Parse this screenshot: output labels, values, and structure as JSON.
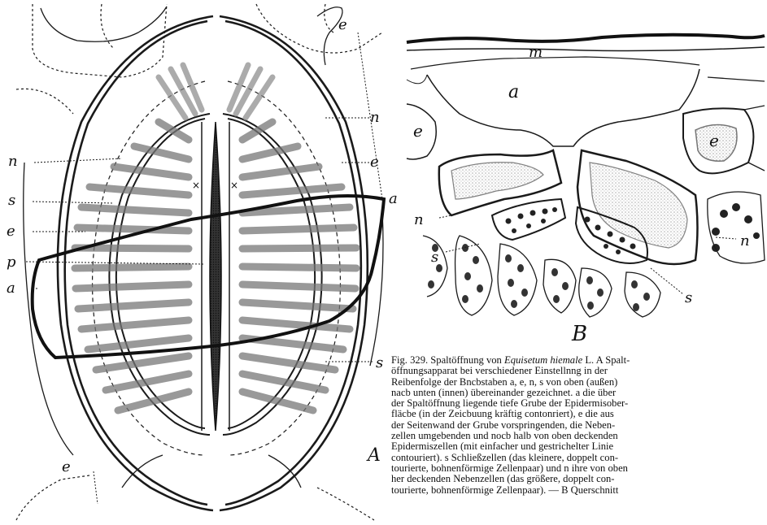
{
  "figure_a": {
    "panel_label": "A",
    "labels": {
      "e_top": "e",
      "n_right": "n",
      "e_right": "e",
      "a_right": "a",
      "n_left": "n",
      "s_left": "s",
      "e_left": "e",
      "p_left": "p",
      "a_left": "a",
      "s_right": "s",
      "e_bottom": "e"
    }
  },
  "figure_b": {
    "panel_label": "B",
    "labels": {
      "m": "m",
      "a": "a",
      "e_left": "e",
      "e_right": "e",
      "n_left": "n",
      "n_right": "n",
      "s_left": "s",
      "s_right": "s"
    }
  },
  "caption": {
    "line1_pre": "Fig. 329.  Spaltöffnung von ",
    "line1_species": "Equisetum hiemale",
    "line1_post": " L.  A Spalt-",
    "lines": [
      "öffnungsapparat  bei  verschiedener  Einstellnng  in  der",
      "Reibenfolge der Bncbstaben a, e, n, s von oben (außen)",
      "nacb unten (innen) übereinander gezeichnet.  a die über",
      "der Spaltöffnung liegende tiefe Grube der Epidermisober-",
      "fläcbe (in der Zeicbuung kräftig contonriert), e die aus",
      "der Seitenwand der Grube vorspringenden, die Neben-",
      "zellen umgebenden und nocb halb von oben deckenden",
      "Epidermiszellen (mit einfacher und gestrichelter Linie",
      "contouriert).  s Schließzellen (das kleinere, doppelt con-",
      "tourierte, bohnenförmige Zellenpaar) und n ihre von oben",
      "her deckenden Nebenzellen (das größere, doppelt con-",
      "tourierte, bohnenförmige Zellenpaar).  — B Querschnitt"
    ]
  }
}
